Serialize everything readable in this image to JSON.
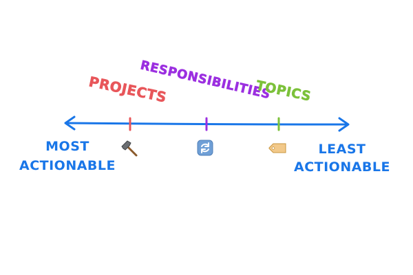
{
  "diagram": {
    "endpoints": {
      "left": {
        "line1": "MOST",
        "line2": "ACTIONABLE"
      },
      "right": {
        "line1": "LEAST",
        "line2": "ACTIONABLE"
      }
    },
    "categories": [
      {
        "label": "PROJECTS",
        "icon": "hammer-icon",
        "color": "#e8565a"
      },
      {
        "label": "RESPONSIBILITIES",
        "icon": "refresh-icon",
        "color": "#9b2fe0"
      },
      {
        "label": "TOPICS",
        "icon": "tag-icon",
        "color": "#7cc13a"
      }
    ],
    "axis_color": "#1976e8",
    "endpoint_color": "#1976e8"
  }
}
